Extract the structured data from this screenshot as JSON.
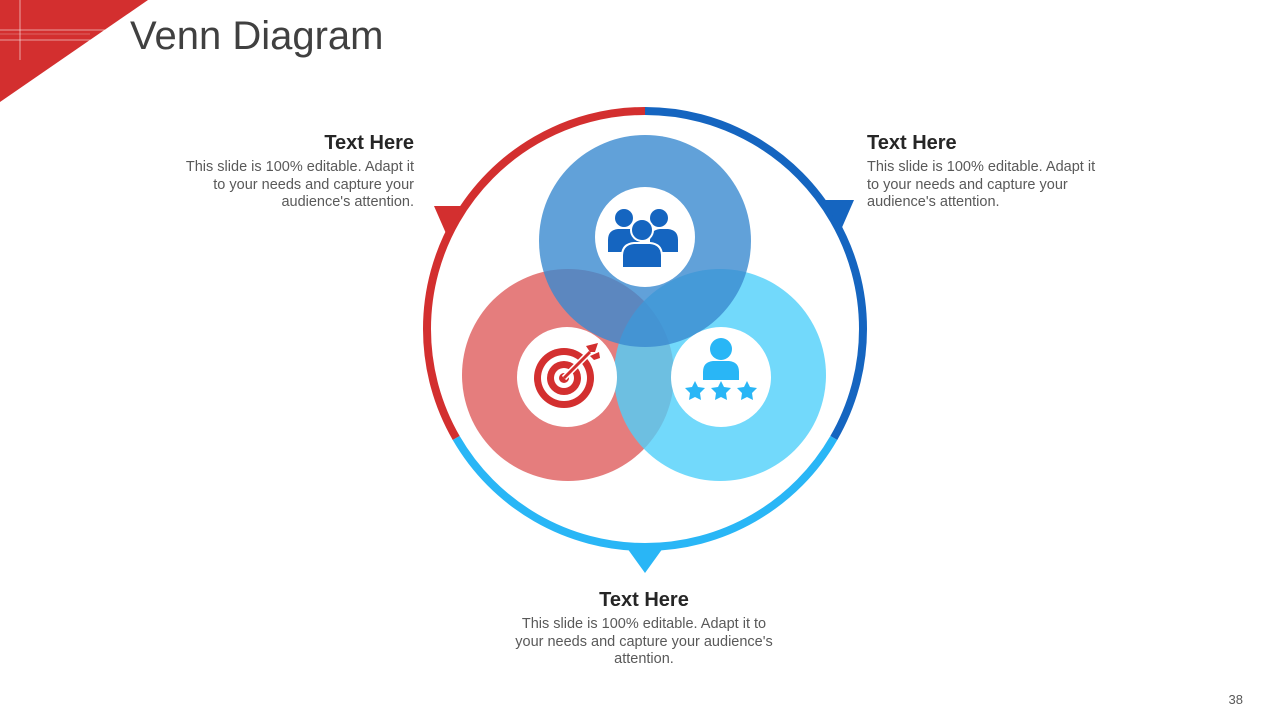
{
  "slide": {
    "title": "Venn Diagram",
    "page_number": "38"
  },
  "colors": {
    "red": "#D32F2F",
    "red_circle": "#E06666",
    "blue": "#1565C0",
    "blue_circle": "#3A8AD0",
    "light_blue": "#29B6F6",
    "light_blue_circle": "#4FD0FA",
    "corner_red": "#D32F2F"
  },
  "venn": {
    "circles": [
      {
        "name": "top",
        "icon": "team-icon",
        "color": "#3A8AD0"
      },
      {
        "name": "left",
        "icon": "target-icon",
        "color": "#E06666"
      },
      {
        "name": "right",
        "icon": "rating-icon",
        "color": "#4FD0FA"
      }
    ]
  },
  "text_blocks": {
    "left": {
      "heading": "Text Here",
      "body": "This slide is 100% editable. Adapt it to your needs and capture your audience's attention."
    },
    "right": {
      "heading": "Text Here",
      "body": "This slide is 100% editable. Adapt it to your needs and capture your audience's attention."
    },
    "bottom": {
      "heading": "Text Here",
      "body": "This slide is 100% editable. Adapt it to your needs and capture your audience's attention."
    }
  }
}
